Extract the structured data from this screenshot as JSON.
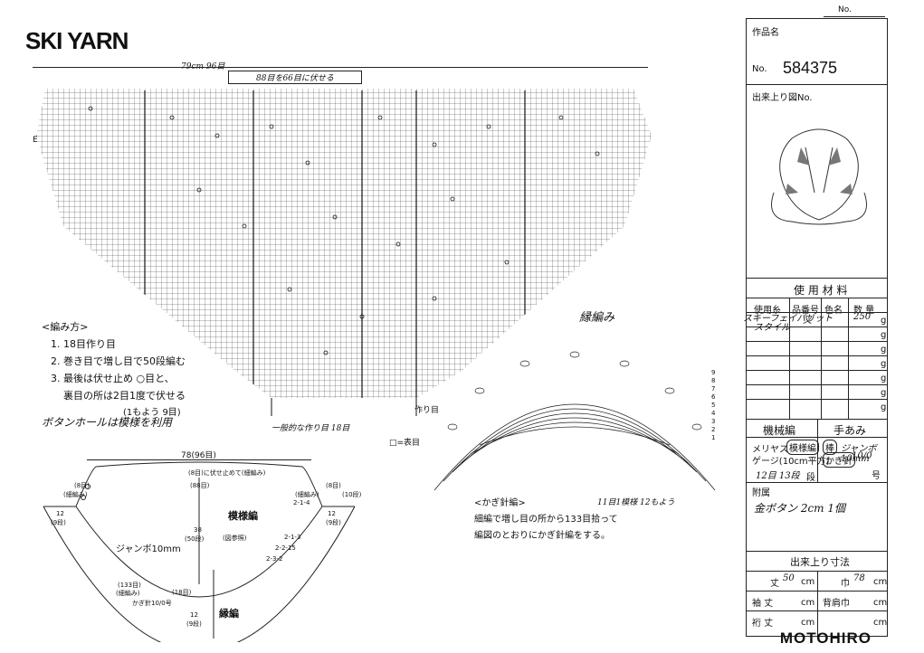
{
  "header": {
    "brand": "SKI YARN",
    "footer_brand": "MOTOHIRO",
    "no_label": "No."
  },
  "chart": {
    "width_note": "79cm 96目",
    "top_note": "88目を66目に伏せる",
    "side_mark": "E",
    "bottom_note": "一般的な作り目 18目",
    "legend": "□=表目"
  },
  "instructions": {
    "title": "<編み方>",
    "steps": [
      "1. 18目作り目",
      "2. 巻き目で増し目で50段編む",
      "3. 最後は伏せ止め ○目と、",
      "裏目の所は2目1度で伏せる",
      "(1もよう 9目)"
    ],
    "buttonhole_note": "ボタンホールは模様を利用"
  },
  "border": {
    "title": "縁編み",
    "start_label": "作り目",
    "stitch_note": "11目1模様 12もよう",
    "crochet_title": "<かぎ針編>",
    "crochet_lines": [
      "細編で増し目の所から133目拾って",
      "編図のとおりにかぎ針編をする。"
    ],
    "row_numbers": [
      "9",
      "8",
      "7",
      "6",
      "5",
      "4",
      "3",
      "2",
      "1"
    ]
  },
  "schematic": {
    "total_width": "78(96目)",
    "top_bind": "(8目)に伏せ止めて(細編み)",
    "top_count": "(88目)",
    "left_top": "(8目)",
    "left_top2": "(細編み)",
    "right_top": "(8目)",
    "right_top2": "(細編み)",
    "right_far": "(10段)",
    "left_side": "12",
    "left_side2": "(9段)",
    "right_side": "12",
    "right_side2": "(9段)",
    "pattern_label": "模様編",
    "ref_label": "(図参照)",
    "height": "38",
    "height_rows": "(50段)",
    "yarn_label": "ジャンボ10mm",
    "increase_1": "2-1-4",
    "increase_2": "2-1-3",
    "increase_3": "2-2-15",
    "increase_4": "2-3-2",
    "pickup": "(133目)",
    "pickup2": "(細編み)",
    "bottom_count": "(18目)",
    "hook": "かぎ針10/0号",
    "border_label": "縁編",
    "bottom_side": "12",
    "bottom_side2": "(9段)"
  },
  "sheet": {
    "work_name_label": "作品名",
    "no_label": "No.",
    "product_no": "584375",
    "drawing_label": "出来上り図No.",
    "materials_title": "使 用 材 料",
    "col_used": "使用糸",
    "col_code": "品番号",
    "col_color": "色名",
    "col_qty": "数 量",
    "yarn_name": "スキーフェイバリット",
    "yarn_name2": "スタイル",
    "yarn_code": "又",
    "yarn_qty": "250",
    "unit_g": "g",
    "machine_label": "機械編",
    "hand_label": "手あみ",
    "meriyasu_label": "メリヤス",
    "pattern_btn": "模様編",
    "needle_btn": "棒",
    "needle_val": "ジャンボ10mm",
    "gauge_label": "ゲージ(10cm平方)",
    "hook_btn": "かぎ針",
    "hook_val": "10/0",
    "gauge_val": "12目 13段",
    "gauge_unit": "段",
    "size_unit": "号",
    "accessory_label": "附属",
    "accessory_val": "金ボタン 2cm 1個",
    "dims_title": "出来上り寸法",
    "length_label": "丈",
    "length_val": "50",
    "width_label": "巾",
    "width_val": "78",
    "sleeve_label": "袖 丈",
    "shoulder_label": "背肩巾",
    "cuff_label": "裄 丈",
    "unit_cm": "cm"
  }
}
